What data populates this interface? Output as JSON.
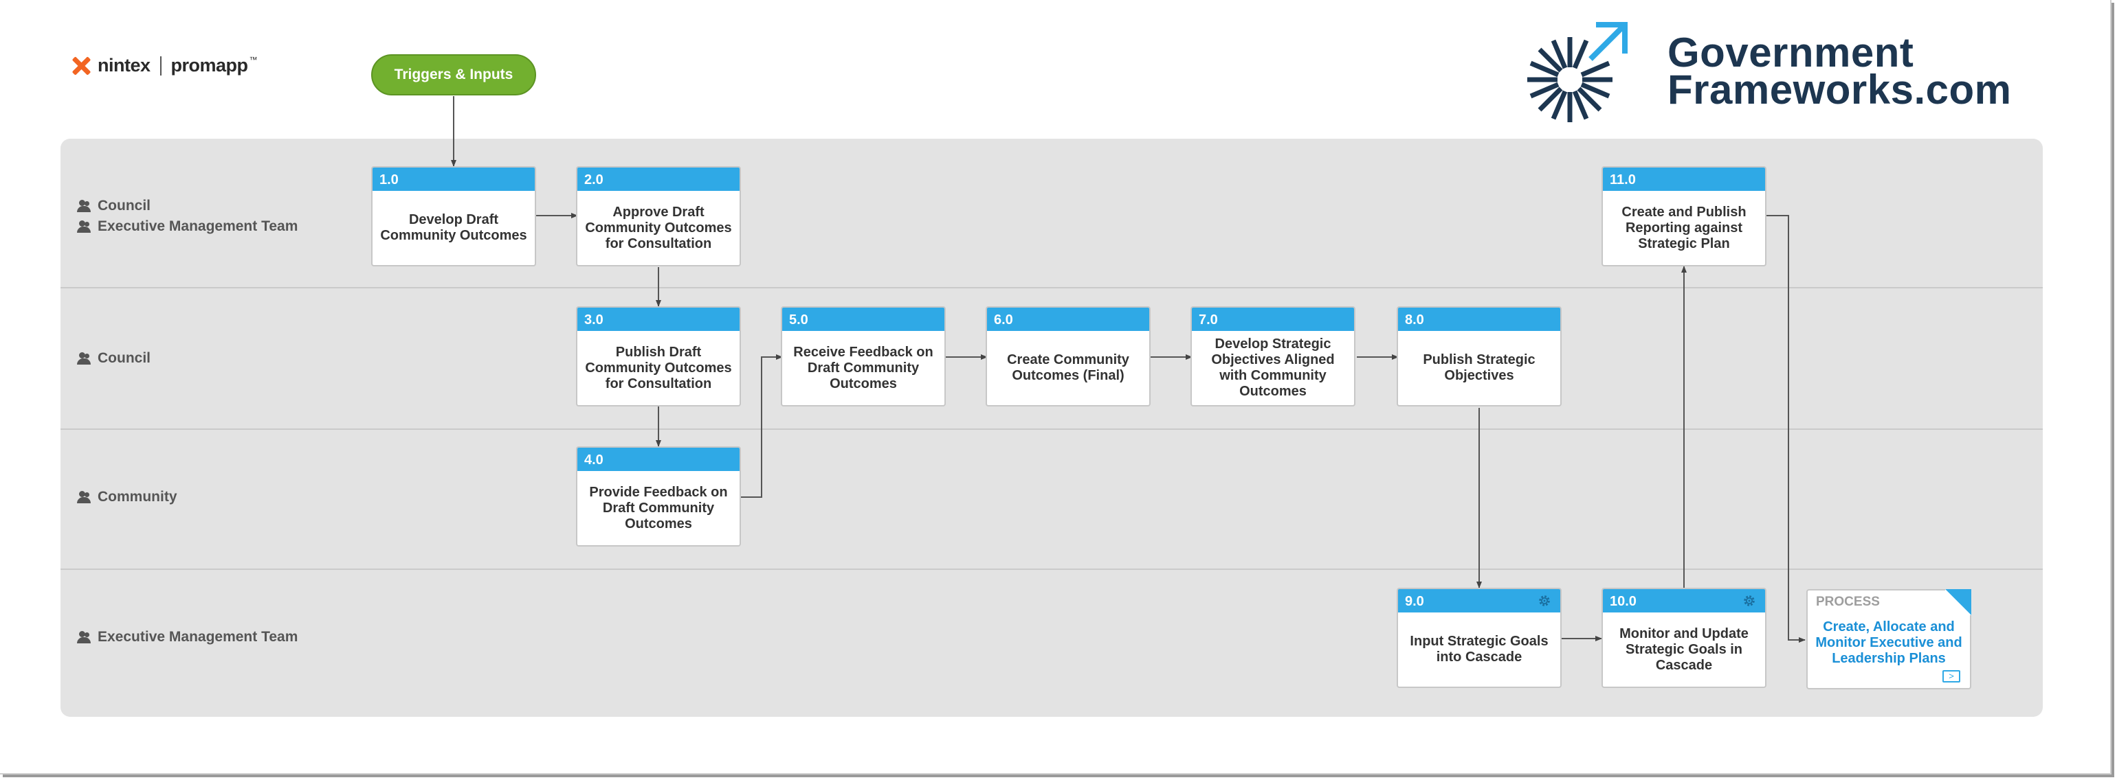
{
  "logos": {
    "nintex": "nintex",
    "promapp": "promapp",
    "gf_line1": "Government",
    "gf_line2": "Frameworks.com"
  },
  "trigger": "Triggers & Inputs",
  "lanes": [
    {
      "labels": [
        "Council",
        "Executive Management Team"
      ]
    },
    {
      "labels": [
        "Council"
      ]
    },
    {
      "labels": [
        "Community"
      ]
    },
    {
      "labels": [
        "Executive Management Team"
      ]
    }
  ],
  "activities": [
    {
      "num": "1.0",
      "text": "Develop Draft Community Outcomes"
    },
    {
      "num": "2.0",
      "text": "Approve Draft Community Outcomes for Consultation"
    },
    {
      "num": "3.0",
      "text": "Publish Draft Community Outcomes for Consultation"
    },
    {
      "num": "4.0",
      "text": "Provide Feedback on Draft Community Outcomes"
    },
    {
      "num": "5.0",
      "text": "Receive Feedback on Draft Community Outcomes"
    },
    {
      "num": "6.0",
      "text": "Create Community Outcomes (Final)"
    },
    {
      "num": "7.0",
      "text": "Develop Strategic Objectives Aligned with Community Outcomes"
    },
    {
      "num": "8.0",
      "text": "Publish Strategic Objectives"
    },
    {
      "num": "9.0",
      "text": "Input Strategic Goals into Cascade",
      "icon": "gear-icon"
    },
    {
      "num": "10.0",
      "text": "Monitor and Update Strategic Goals in Cascade",
      "icon": "gear-icon"
    },
    {
      "num": "11.0",
      "text": "Create and Publish Reporting against Strategic Plan"
    }
  ],
  "process_link": {
    "tag": "PROCESS",
    "title": "Create, Allocate and Monitor Executive and Leadership Plans"
  },
  "colors": {
    "header_blue": "#2fa9e6",
    "trigger_green": "#72b02f",
    "lane_bg": "#e3e3e3",
    "brand_dark": "#1d3650"
  }
}
